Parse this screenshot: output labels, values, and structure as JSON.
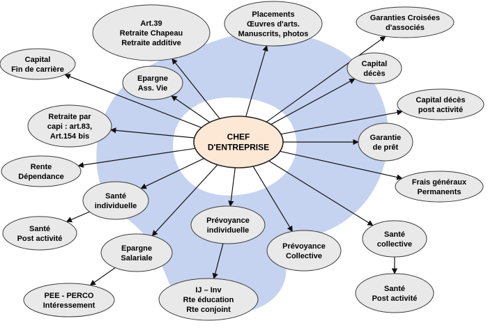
{
  "colors": {
    "background_shape": "#c5d3f0",
    "node_fill": "#e9e9e9",
    "node_stroke": "#3a3a3a",
    "center_fill": "#fde8d6",
    "center_stroke": "#222222",
    "arrow": "#111111"
  },
  "center": {
    "lines": [
      "CHEF",
      "D'ENTREPRISE"
    ]
  },
  "nodes": [
    {
      "id": "art39",
      "lines": [
        "Art.39",
        "Retraite Chapeau",
        "Retraite additive"
      ]
    },
    {
      "id": "placements",
      "lines": [
        "Placements",
        "Œuvres d'arts.",
        "Manuscrits, photos"
      ]
    },
    {
      "id": "garanties-croisees",
      "lines": [
        "Garanties Croisées",
        "d'associés"
      ]
    },
    {
      "id": "capital-fin-carriere",
      "lines": [
        "Capital",
        "Fin de carrière"
      ]
    },
    {
      "id": "epargne-ass-vie",
      "lines": [
        "Epargne",
        "Ass. Vie"
      ]
    },
    {
      "id": "capital-deces",
      "lines": [
        "Capital",
        "décès"
      ]
    },
    {
      "id": "capital-deces-post",
      "lines": [
        "Capital décès",
        "post activité"
      ]
    },
    {
      "id": "retraite-capi",
      "lines": [
        "Retraite par",
        "capi : art.83,",
        "Art.154 bis"
      ]
    },
    {
      "id": "garantie-pret",
      "lines": [
        "Garantie",
        "de prêt"
      ]
    },
    {
      "id": "rente-dependance",
      "lines": [
        "Rente",
        "Dépendance"
      ]
    },
    {
      "id": "frais-generaux",
      "lines": [
        "Frais généraux",
        "Permanents"
      ]
    },
    {
      "id": "sante-individuelle",
      "lines": [
        "Santé",
        "individuelle"
      ]
    },
    {
      "id": "prevoyance-individuelle",
      "lines": [
        "Prévoyance",
        "individuelle"
      ]
    },
    {
      "id": "sante-post-activite-left",
      "lines": [
        "Santé",
        "Post activité"
      ]
    },
    {
      "id": "epargne-salariale",
      "lines": [
        "Epargne",
        "Salariale"
      ]
    },
    {
      "id": "prevoyance-collective",
      "lines": [
        "Prévoyance",
        "Collective"
      ]
    },
    {
      "id": "sante-collective",
      "lines": [
        "Santé",
        "collective"
      ]
    },
    {
      "id": "pee-perco",
      "lines": [
        "PEE - PERCO",
        "Intéressement"
      ]
    },
    {
      "id": "ij-inv",
      "lines": [
        "IJ – Inv",
        "Rte éducation",
        "Rte conjoint"
      ]
    },
    {
      "id": "sante-post-activite-right",
      "lines": [
        "Santé",
        "Post activité"
      ]
    }
  ],
  "edges": [
    {
      "from": "center",
      "to": "art39"
    },
    {
      "from": "center",
      "to": "placements"
    },
    {
      "from": "center",
      "to": "garanties-croisees"
    },
    {
      "from": "center",
      "to": "capital-fin-carriere"
    },
    {
      "from": "center",
      "to": "epargne-ass-vie"
    },
    {
      "from": "center",
      "to": "capital-deces"
    },
    {
      "from": "center",
      "to": "capital-deces-post"
    },
    {
      "from": "center",
      "to": "retraite-capi"
    },
    {
      "from": "center",
      "to": "garantie-pret"
    },
    {
      "from": "center",
      "to": "rente-dependance"
    },
    {
      "from": "center",
      "to": "frais-generaux"
    },
    {
      "from": "center",
      "to": "sante-individuelle"
    },
    {
      "from": "center",
      "to": "prevoyance-individuelle"
    },
    {
      "from": "center",
      "to": "epargne-salariale"
    },
    {
      "from": "center",
      "to": "prevoyance-collective"
    },
    {
      "from": "center",
      "to": "sante-collective"
    },
    {
      "from": "sante-individuelle",
      "to": "sante-post-activite-left"
    },
    {
      "from": "epargne-salariale",
      "to": "pee-perco"
    },
    {
      "from": "prevoyance-individuelle",
      "to": "ij-inv"
    },
    {
      "from": "sante-collective",
      "to": "sante-post-activite-right"
    }
  ]
}
